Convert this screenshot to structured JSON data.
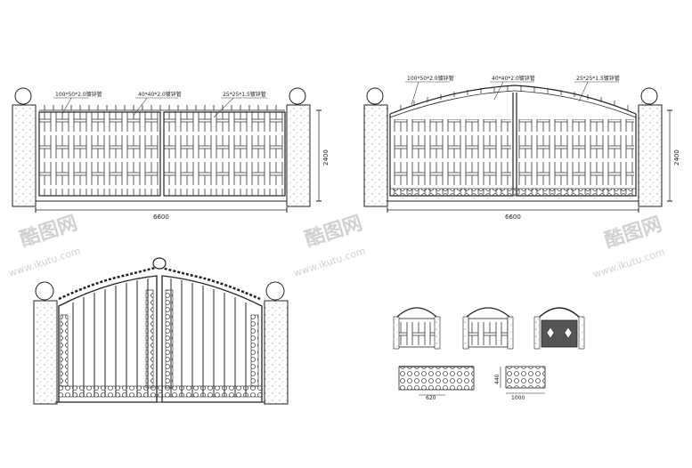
{
  "drawing_1": {
    "label_left": "100*50*2.0镀锌管",
    "label_mid": "40*40*2.0镀锌管",
    "label_right": "25*25*1.5镀锌管",
    "width_dim": "6600",
    "height_dim": "2400"
  },
  "drawing_2": {
    "label_left": "100*50*2.0镀锌管",
    "label_mid": "40*40*2.0镀锌管",
    "label_right": "25*25*1.5镀锌管",
    "width_dim": "6600",
    "height_dim": "2400"
  },
  "thumbnails": {
    "dim_a": "620",
    "dim_b": "440",
    "dim_c": "1000"
  },
  "watermark": {
    "brand": "酷图网",
    "url": "www.ikutu.com"
  }
}
